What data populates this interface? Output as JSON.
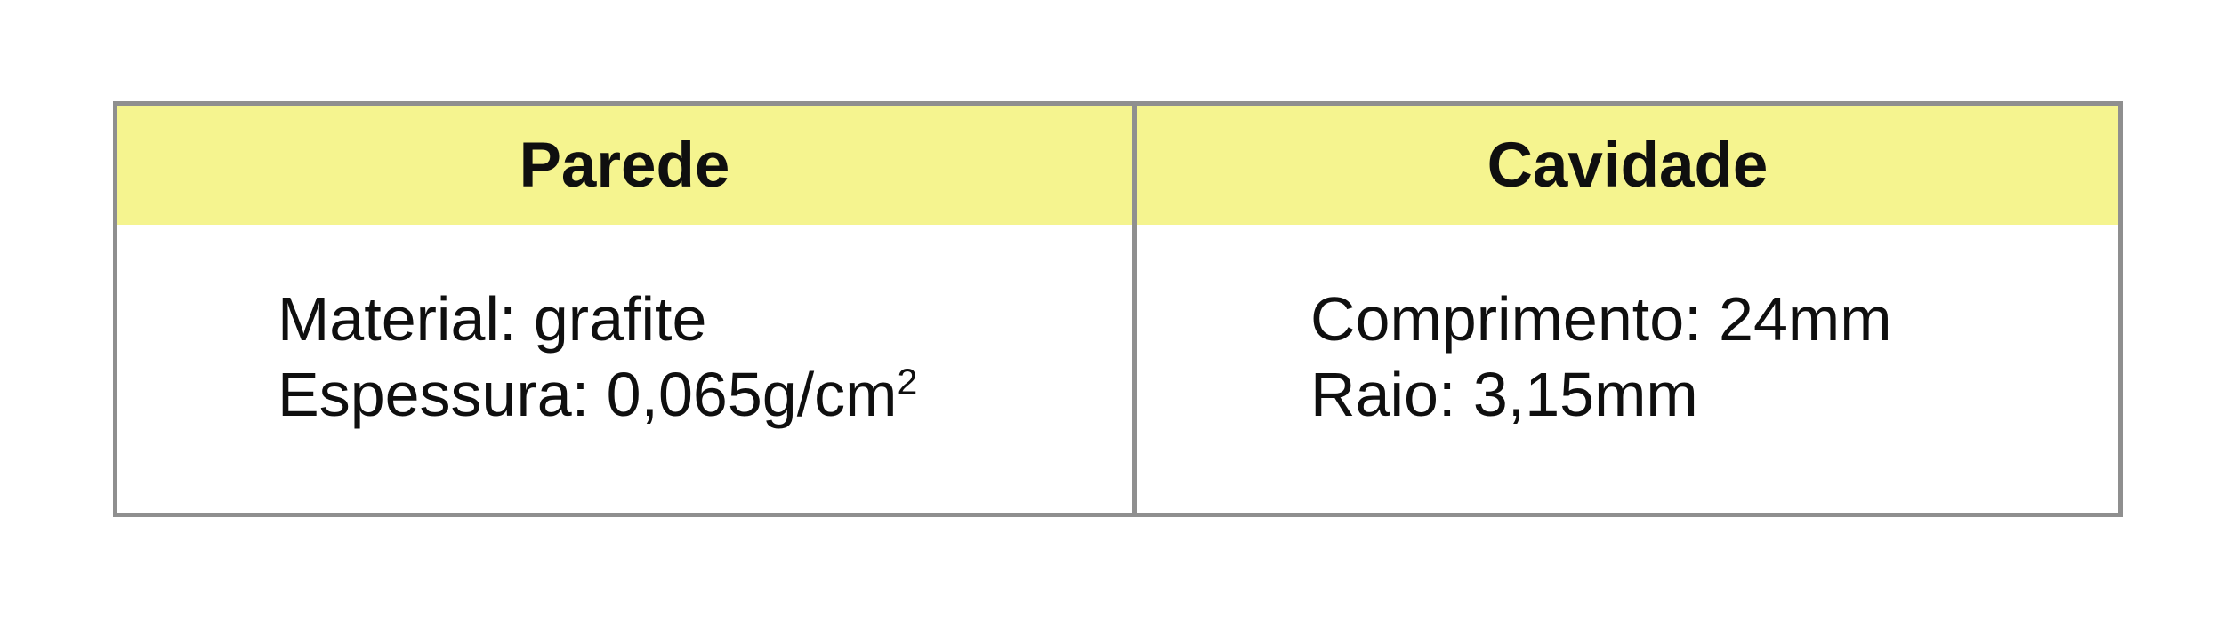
{
  "table": {
    "columns": [
      {
        "header": "Parede",
        "lines": [
          {
            "text": "Material: grafite",
            "sup": ""
          },
          {
            "text": "Espessura: 0,065g/cm",
            "sup": "2"
          }
        ]
      },
      {
        "header": "Cavidade",
        "lines": [
          {
            "text": "Comprimento: 24mm",
            "sup": ""
          },
          {
            "text": "Raio: 3,15mm",
            "sup": ""
          }
        ]
      }
    ],
    "colors": {
      "header_bg": "#F5F48F",
      "border": "#8F8F8F",
      "text": "#0F0F0F",
      "page_bg": "#FFFFFF"
    }
  }
}
